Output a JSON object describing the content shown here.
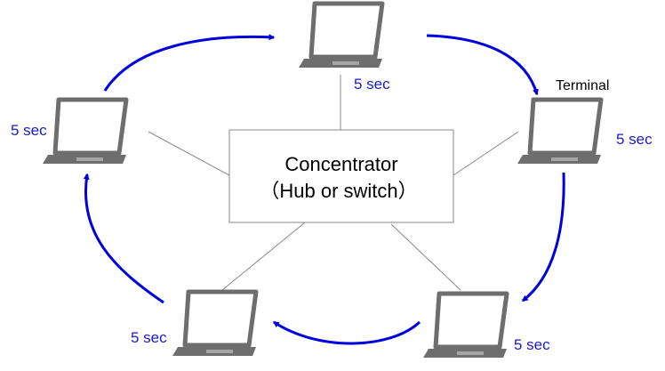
{
  "hub": {
    "line1": "Concentrator",
    "line2": "（Hub or switch）"
  },
  "terminal_label": "Terminal",
  "intervals": [
    "5 sec",
    "5 sec",
    "5 sec",
    "5 sec",
    "5 sec"
  ],
  "colors": {
    "arrow": "#0000dd",
    "interval_text": "#1a1acc",
    "laptop": "#6e6e6e",
    "connector": "#888888"
  }
}
